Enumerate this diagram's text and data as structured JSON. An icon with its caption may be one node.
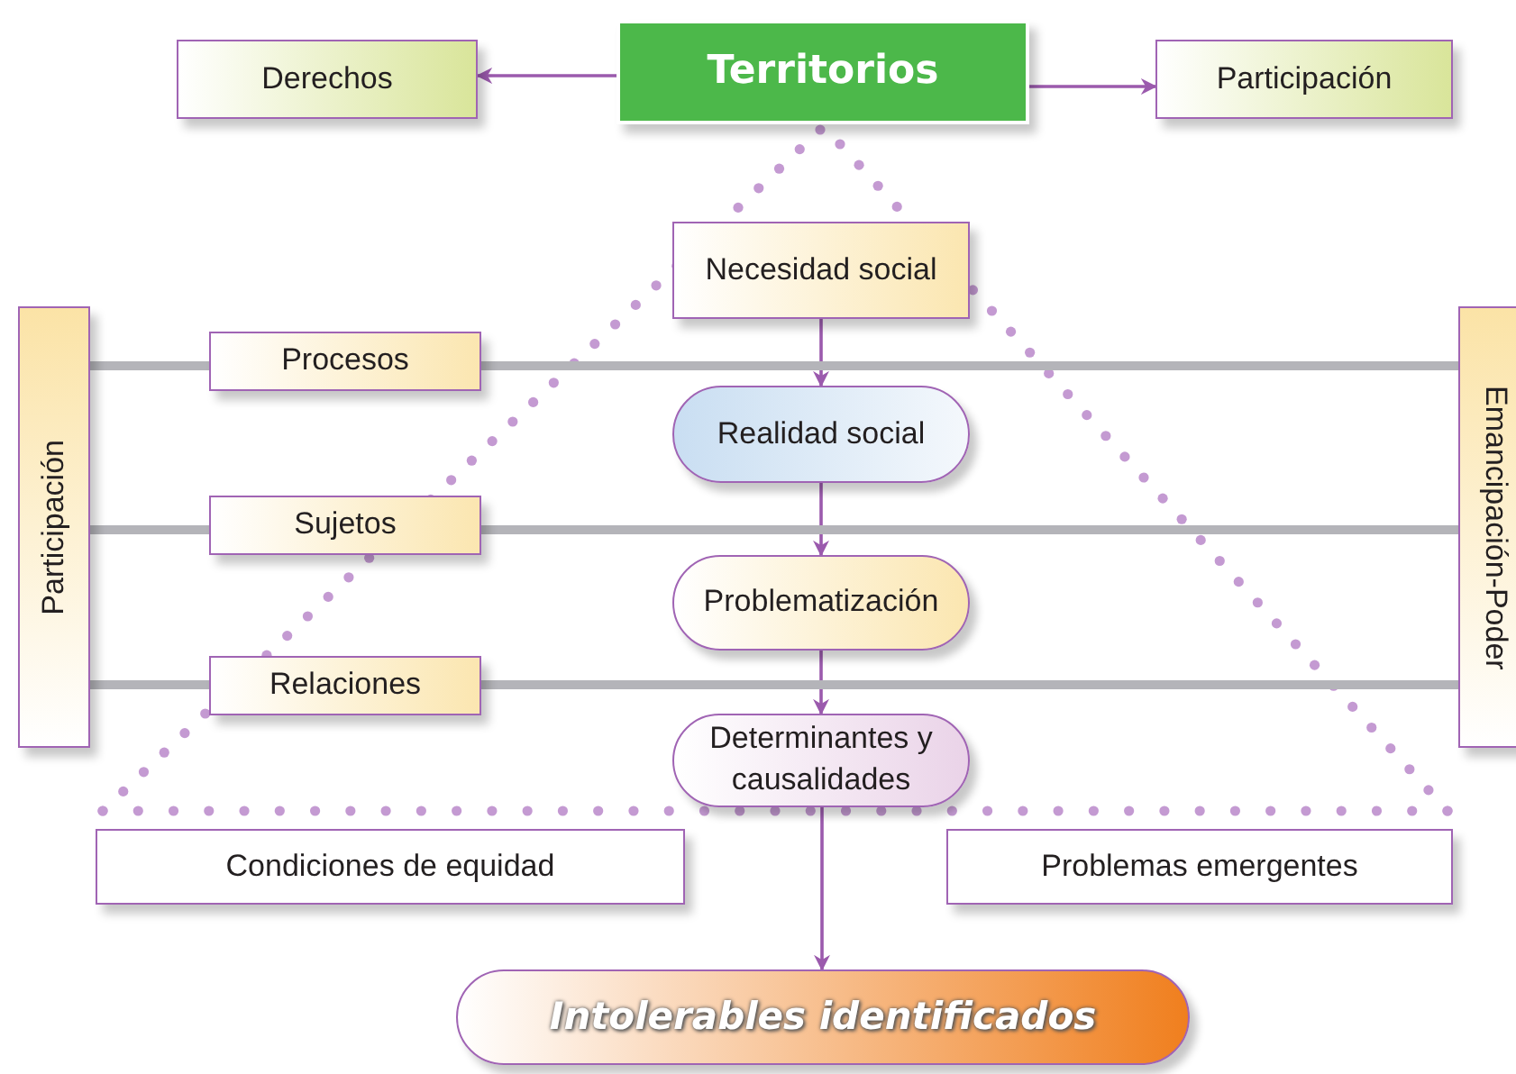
{
  "diagram": {
    "nodes": [
      {
        "text": [
          "Territorios"
        ]
      },
      {
        "text": [
          "Derechos"
        ]
      },
      {
        "text": [
          "Participación"
        ]
      },
      {
        "text": [
          "Necesidad social"
        ]
      },
      {
        "text": [
          "Realidad social"
        ]
      },
      {
        "text": [
          "Problematización"
        ]
      },
      {
        "text": [
          "Determinantes y causalidades"
        ]
      },
      {
        "text": [
          "Intolerables identificados"
        ]
      },
      {
        "text": [
          "Participación"
        ]
      },
      {
        "text": [
          "Emancipación-Poder"
        ]
      },
      {
        "text": [
          "Procesos"
        ]
      },
      {
        "text": [
          "Sujetos"
        ]
      },
      {
        "text": [
          "Relaciones"
        ]
      },
      {
        "text": [
          "Condiciones de equidad"
        ]
      },
      {
        "text": [
          "Problemas emergentes"
        ]
      }
    ],
    "edges": [
      {
        "from": 0,
        "to": 1,
        "arrow": "to"
      },
      {
        "from": 0,
        "to": 2,
        "arrow": "to"
      },
      {
        "from": 3,
        "to": 4,
        "arrow": "to"
      },
      {
        "from": 4,
        "to": 5,
        "arrow": "to"
      },
      {
        "from": 5,
        "to": 6,
        "arrow": "to"
      },
      {
        "from": 6,
        "to": 7,
        "arrow": "to"
      },
      {
        "from": 8,
        "to": 10,
        "arrow": "none",
        "style": "thick",
        "color": "#b4b4b9"
      },
      {
        "from": 10,
        "to": 9,
        "arrow": "none",
        "style": "thick",
        "color": "#b4b4b9"
      },
      {
        "from": 8,
        "to": 11,
        "arrow": "none",
        "style": "thick",
        "color": "#b4b4b9"
      },
      {
        "from": 11,
        "to": 9,
        "arrow": "none",
        "style": "thick",
        "color": "#b4b4b9"
      },
      {
        "from": 8,
        "to": 12,
        "arrow": "none",
        "style": "thick",
        "color": "#b4b4b9"
      },
      {
        "from": 12,
        "to": 9,
        "arrow": "none",
        "style": "thick",
        "color": "#b4b4b9"
      }
    ]
  }
}
